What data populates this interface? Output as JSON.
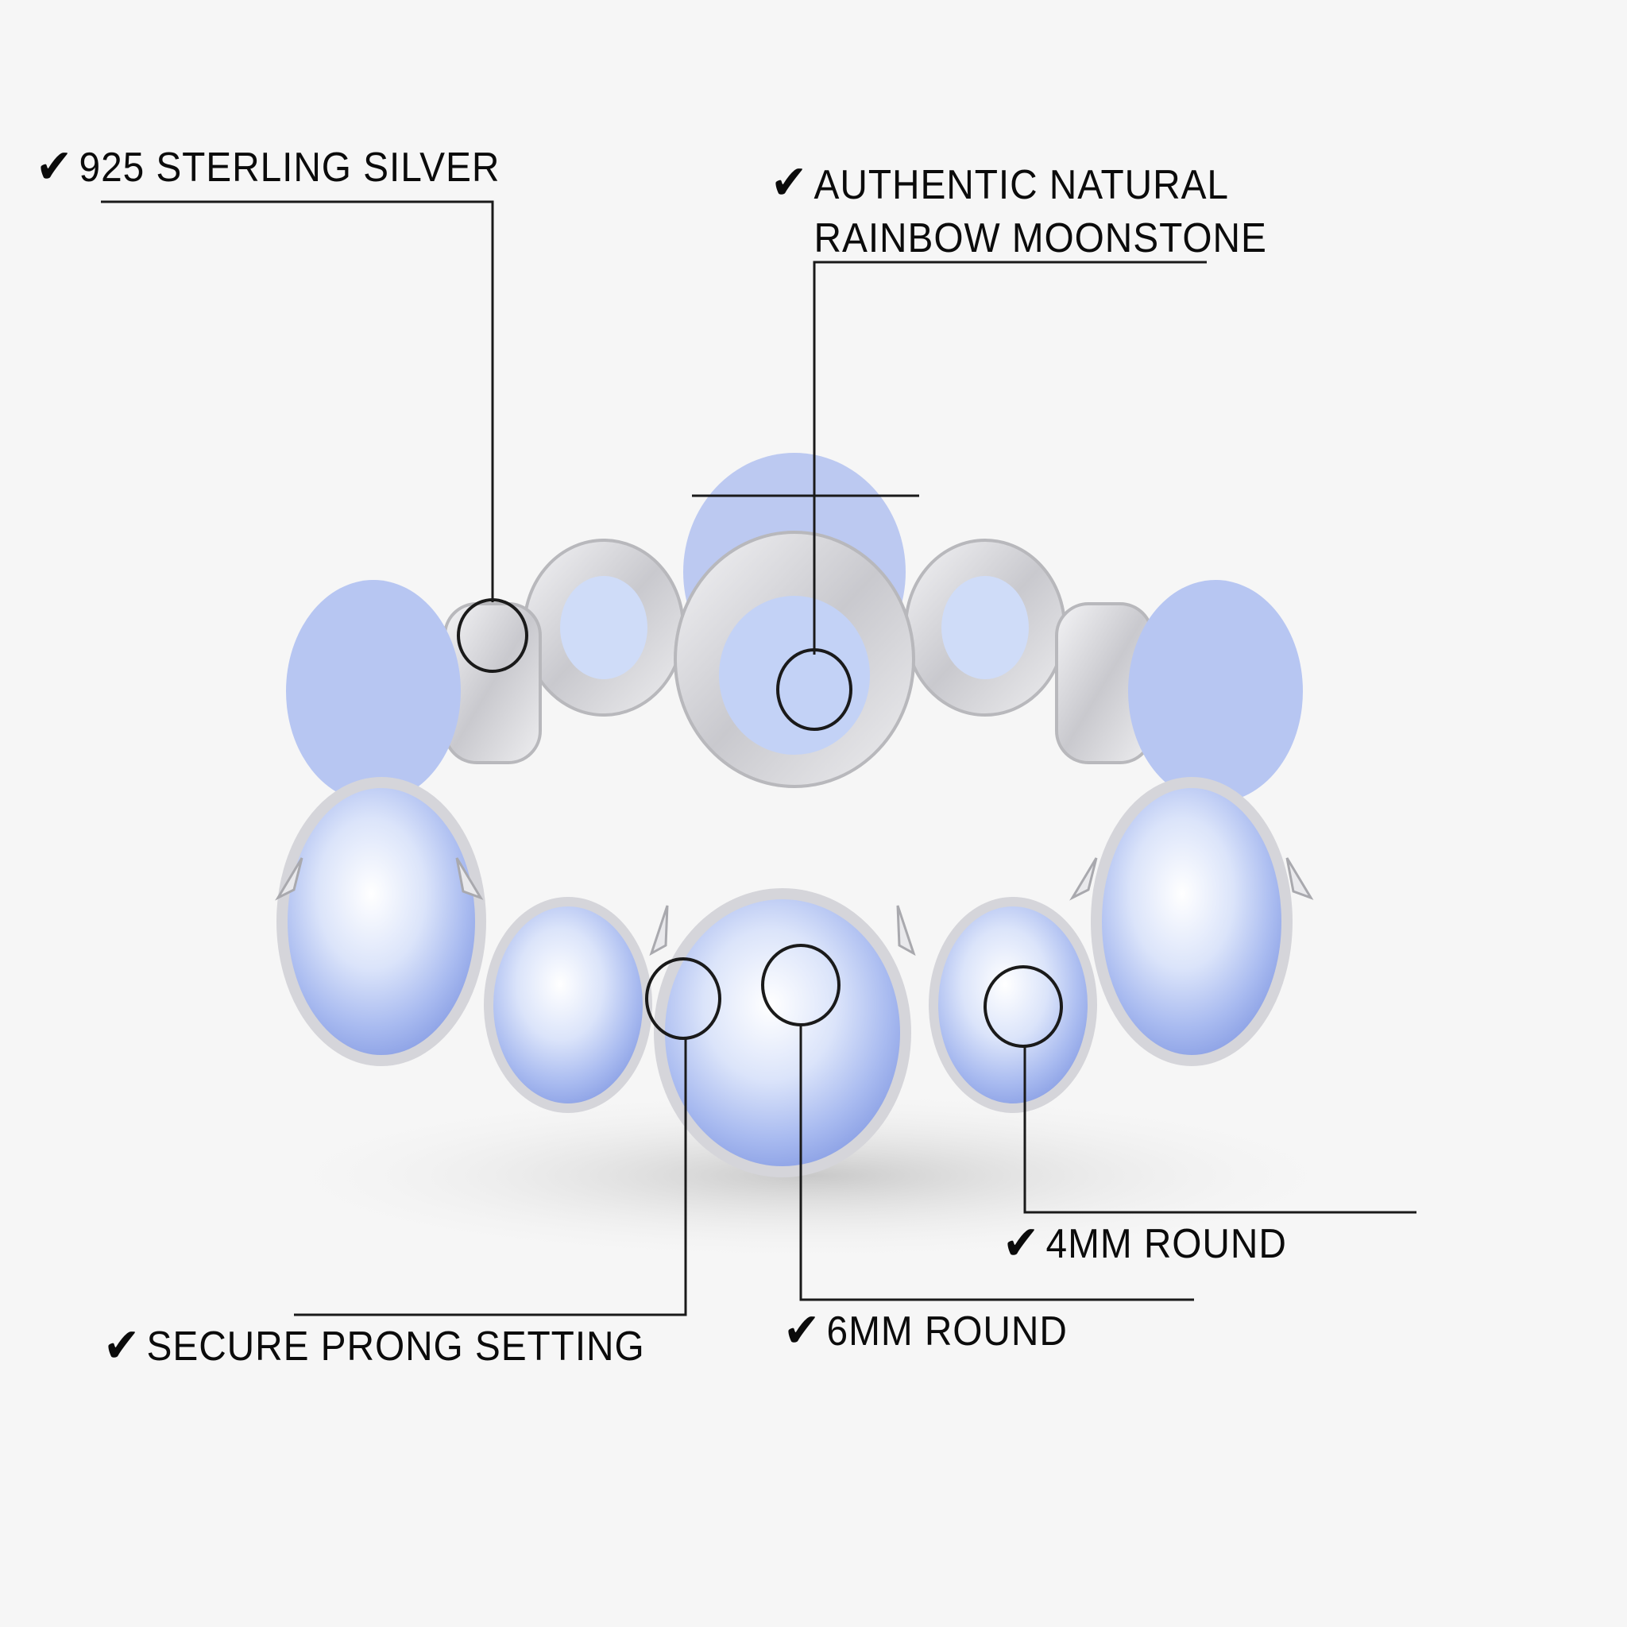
{
  "background_color": "#f6f6f6",
  "text_color": "#0b0b0b",
  "image": {
    "subject": "moonstone eternity ring",
    "metal_color": "#d8d8dc",
    "stone_color": "#c9d6f4",
    "stone_accent": "#7f93e0"
  },
  "icons": {
    "check": "check-mark-icon",
    "check_glyph": "✔"
  },
  "callouts": [
    {
      "id": "sterling",
      "text": "925 STERLING SILVER"
    },
    {
      "id": "moonstone",
      "text": "AUTHENTIC NATURAL\nRAINBOW MOONSTONE"
    },
    {
      "id": "prong",
      "text": "SECURE PRONG SETTING"
    },
    {
      "id": "round6",
      "text": "6MM ROUND"
    },
    {
      "id": "round4",
      "text": "4MM ROUND"
    }
  ]
}
